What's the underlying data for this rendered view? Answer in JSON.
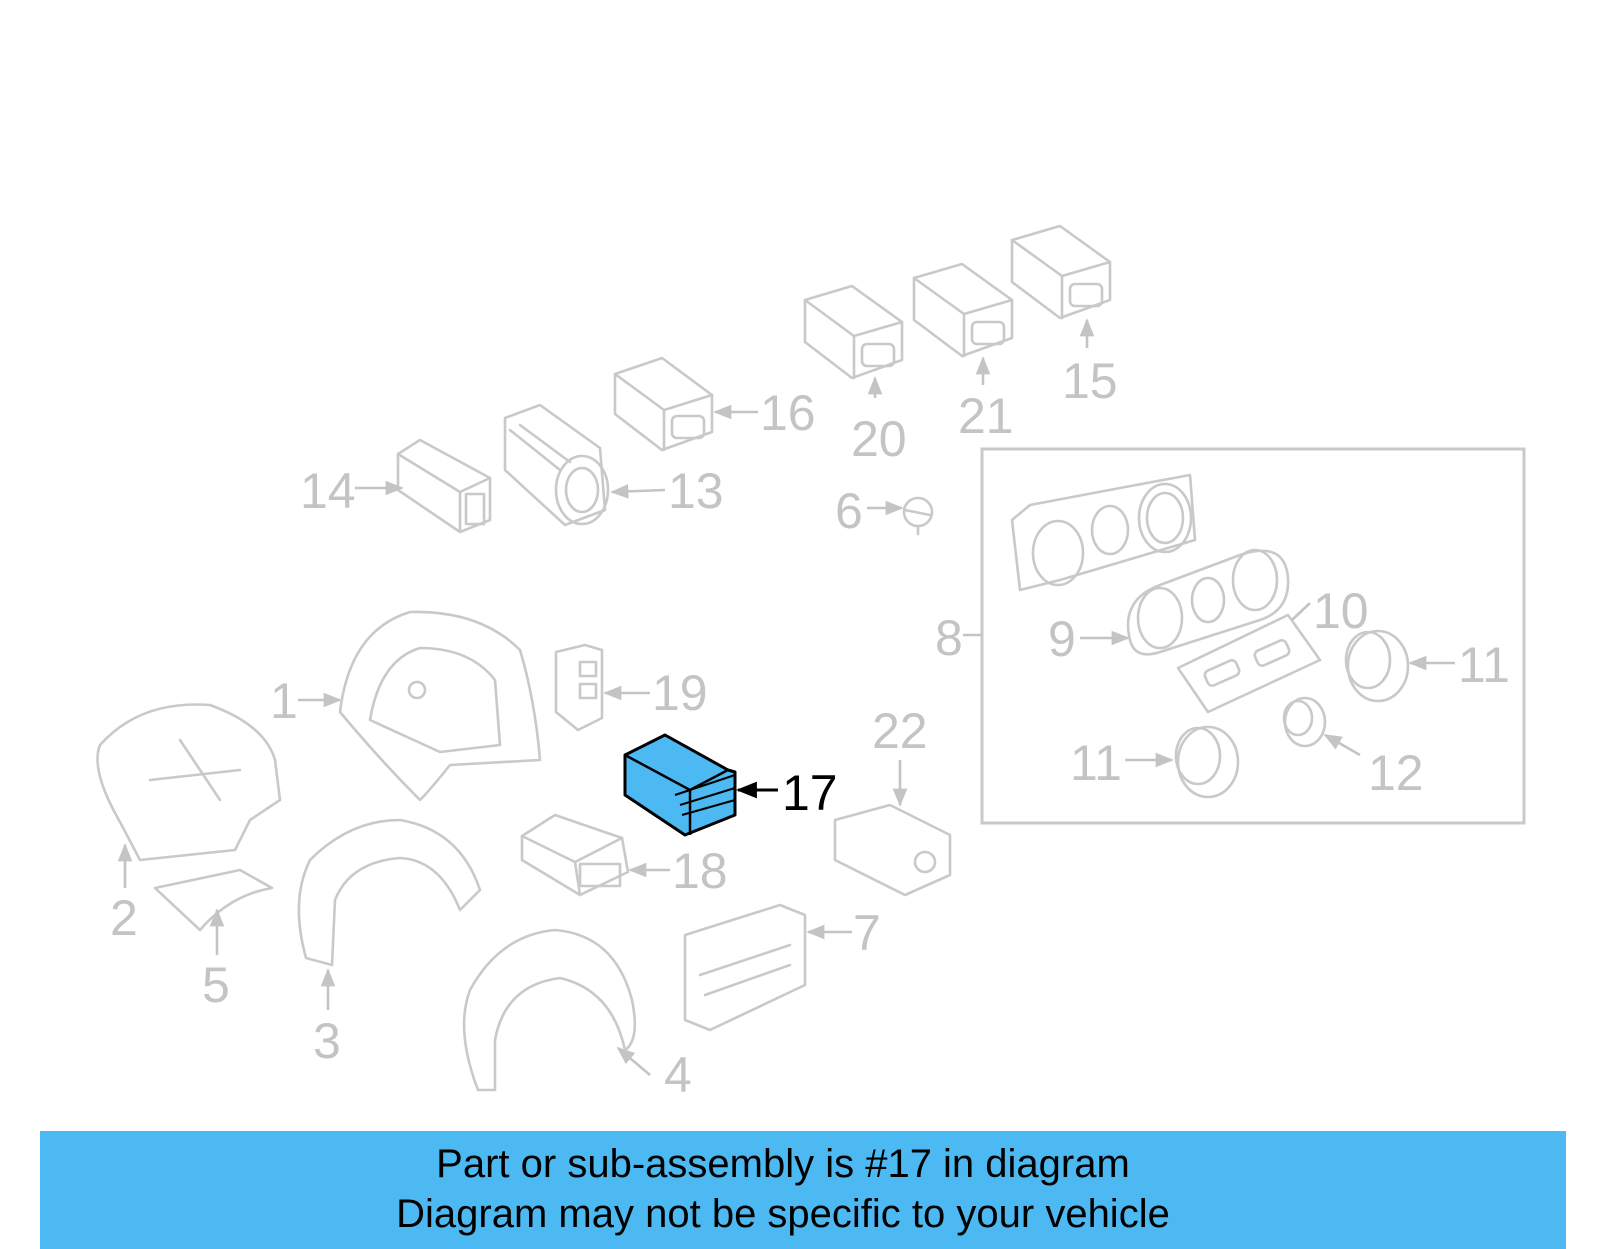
{
  "banner": {
    "line1": "Part or sub-assembly is #17 in diagram",
    "line2": "Diagram may not be specific to your vehicle",
    "color": "#4cb9f2"
  },
  "highlight": {
    "part": "17",
    "color": "#4cb9f2"
  },
  "callouts": {
    "c1": "1",
    "c2": "2",
    "c3": "3",
    "c4": "4",
    "c5": "5",
    "c6": "6",
    "c7": "7",
    "c8": "8",
    "c9": "9",
    "c10": "10",
    "c11a": "11",
    "c11b": "11",
    "c12": "12",
    "c13": "13",
    "c14": "14",
    "c15": "15",
    "c16": "16",
    "c17": "17",
    "c18": "18",
    "c19": "19",
    "c20": "20",
    "c21": "21",
    "c22": "22"
  }
}
